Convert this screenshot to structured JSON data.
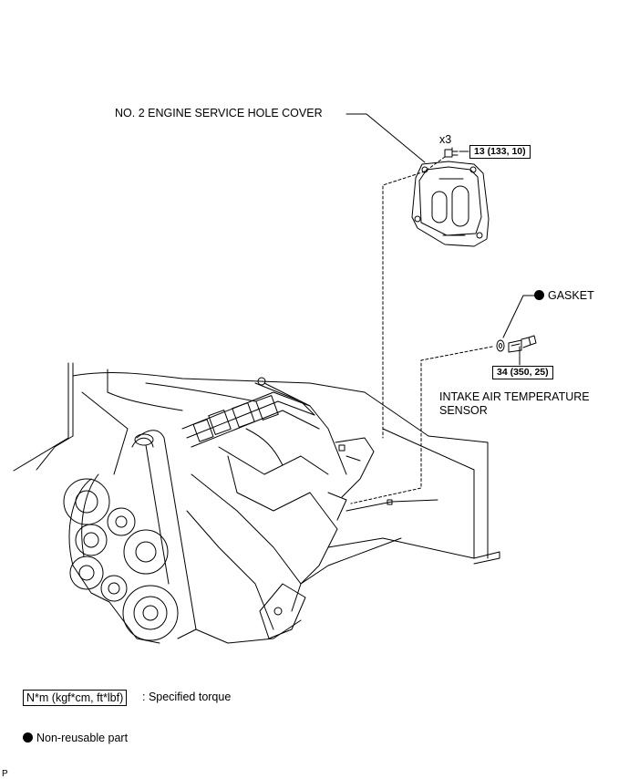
{
  "labels": {
    "service_hole_cover": "NO. 2 ENGINE SERVICE HOLE COVER",
    "quantity": "x3",
    "torque_cover": "13 (133, 10)",
    "gasket": "GASKET",
    "torque_sensor": "34 (350, 25)",
    "sensor_line1": "INTAKE AIR TEMPERATURE",
    "sensor_line2": "SENSOR"
  },
  "legend": {
    "torque_unit": "N*m (kgf*cm, ft*lbf)",
    "torque_desc": ": Specified torque",
    "nonreusable": "Non-reusable part"
  },
  "corner_mark": "P"
}
